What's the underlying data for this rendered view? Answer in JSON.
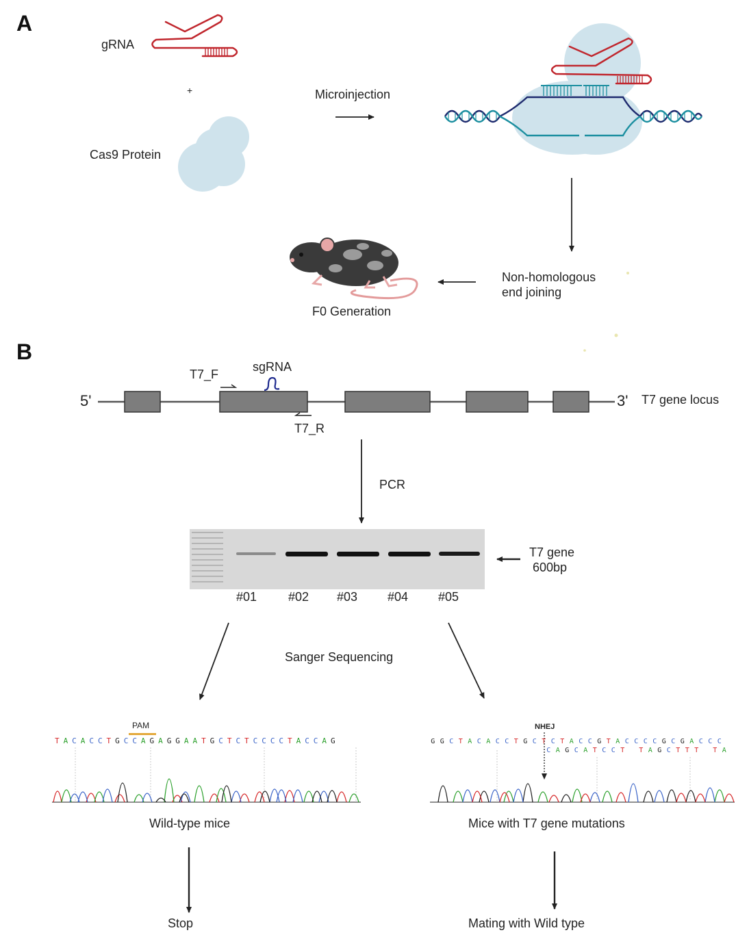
{
  "panels": {
    "a": "A",
    "b": "B"
  },
  "panel_a": {
    "grna_label": "gRNA",
    "plus": "+",
    "cas9_label": "Cas9 Protein",
    "microinjection_label": "Microinjection",
    "nhej_label_line1": "Non-homologous",
    "nhej_label_line2": "end joining",
    "f0_label": "F0 Generation"
  },
  "panel_b": {
    "five_prime": "5'",
    "three_prime": "3'",
    "locus_label": "T7 gene locus",
    "primer_f": "T7_F",
    "primer_r": "T7_R",
    "sgrna_label": "sgRNA",
    "pcr_label": "PCR",
    "gel_band_label_line1": "T7 gene",
    "gel_band_label_line2": "600bp",
    "lanes": [
      "#01",
      "#02",
      "#03",
      "#04",
      "#05"
    ],
    "sanger_label": "Sanger Sequencing",
    "wt_seq": "TACACCTGCCAGAGGAATGCTCTCCCCTACCAG",
    "pam_label": "PAM",
    "mut_seq_top": "GGCTACACCTGCTCTACCGTACCCCGCGACCC",
    "mut_seq_bottom": "CAGCATCCT TAGCTTT TA",
    "nhej_short": "NHEJ",
    "wt_caption": "Wild-type mice",
    "mut_caption": "Mice with T7 gene mutations",
    "stop_label": "Stop",
    "mating_label": "Mating with Wild type"
  },
  "colors": {
    "rna_red": "#c0262d",
    "dna_dark": "#1e2a6e",
    "dna_teal": "#1c8fa0",
    "protein_blue": "#cfe3ec",
    "exon_gray": "#7d7d7d",
    "base_A": "#2ca02c",
    "base_C": "#3b64c8",
    "base_G": "#222222",
    "base_T": "#d62728"
  }
}
